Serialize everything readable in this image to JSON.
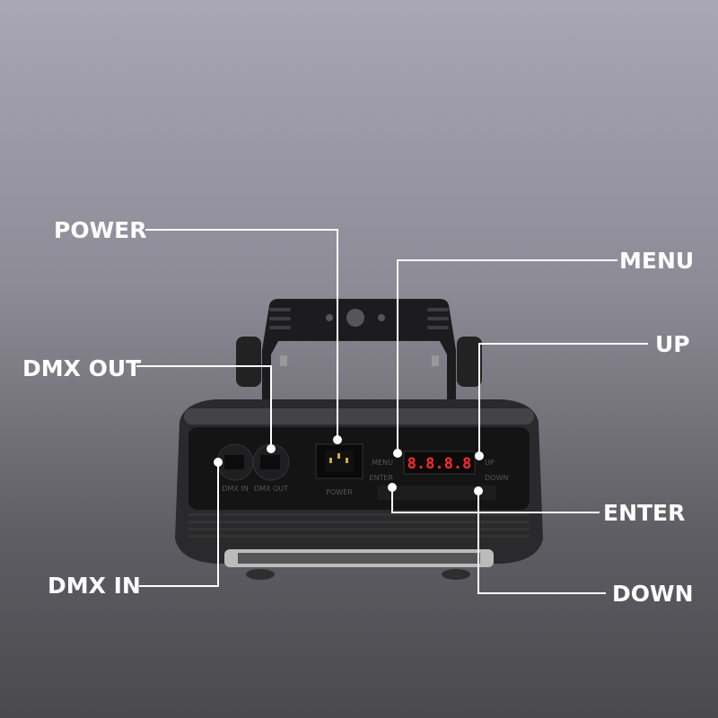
{
  "callouts": {
    "power": "POWER",
    "menu": "MENU",
    "up": "UP",
    "dmx_out": "DMX OUT",
    "enter": "ENTER",
    "dmx_in": "DMX IN",
    "down": "DOWN"
  },
  "panel": {
    "dmx_in": "DMX IN",
    "dmx_out": "DMX OUT",
    "power": "POWER",
    "menu": "MENU",
    "enter": "ENTER",
    "up": "UP",
    "down": "DOWN",
    "display": "8.8.8.8"
  },
  "colors": {
    "display": "#ff2a2a",
    "callout": "#ffffff"
  }
}
